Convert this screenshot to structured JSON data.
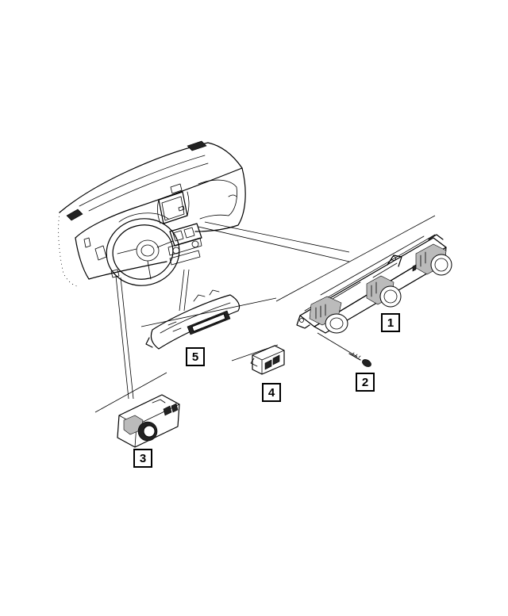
{
  "callouts": [
    {
      "id": "item-1",
      "label": "1"
    },
    {
      "id": "item-2",
      "label": "2"
    },
    {
      "id": "item-3",
      "label": "3"
    },
    {
      "id": "item-4",
      "label": "4"
    },
    {
      "id": "item-5",
      "label": "5"
    }
  ]
}
